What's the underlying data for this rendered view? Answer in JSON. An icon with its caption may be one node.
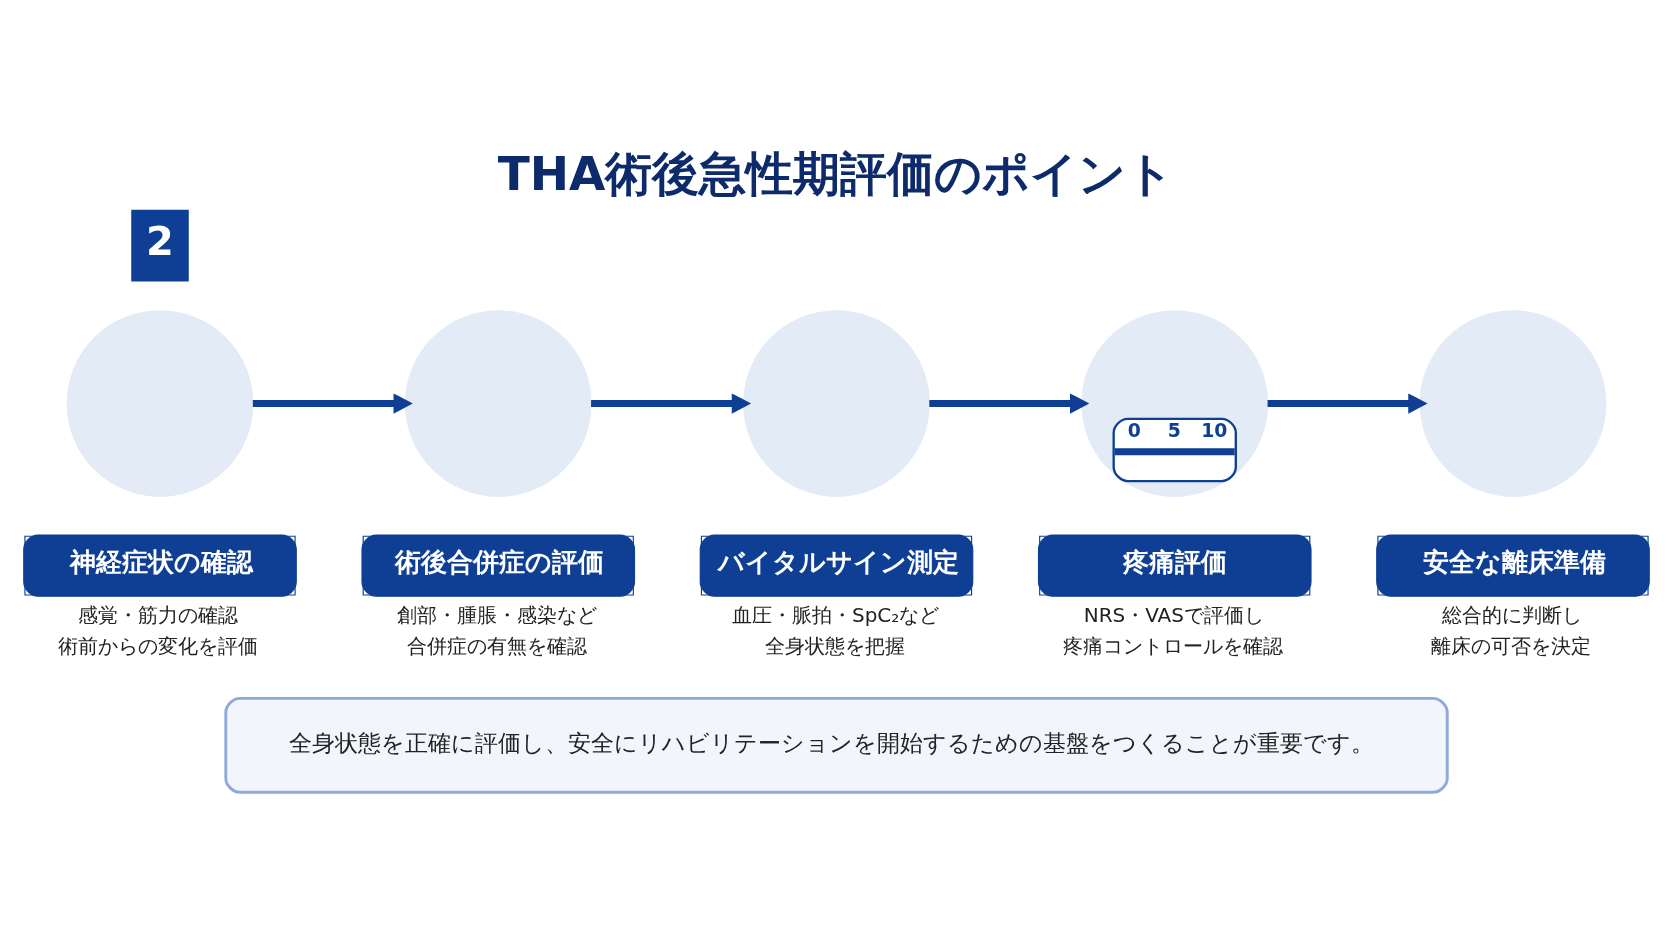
{
  "diagram": {
    "title": "THA術後急性期評価のポイント",
    "nodes": [
      {
        "text": [],
        "shape": "circle"
      },
      {
        "text": [],
        "shape": "circle"
      },
      {
        "text": [],
        "shape": "circle"
      },
      {
        "text": [
          "0",
          "5",
          "10"
        ]
      },
      {
        "text": [],
        "shape": "circle"
      },
      {
        "text": [
          "神経症状の確認"
        ],
        "beside": [
          "感覚・筋力の確認",
          "術前からの変化を評価"
        ]
      },
      {
        "text": [
          "術後合併症の評価"
        ],
        "beside": [
          "創部・腫脹・感染など",
          "合併症の有無を確認"
        ]
      },
      {
        "text": [
          "バイタルサイン測定"
        ],
        "beside": [
          "血圧・脈拍・SpC₂など",
          "全身状態を把握"
        ]
      },
      {
        "text": [
          "疼痛評価"
        ],
        "beside": [
          "NRS・VASで評価し",
          "疼痛コントロールを確認"
        ]
      },
      {
        "text": [
          "安全な離床準備"
        ],
        "beside": [
          "総合的に判断し",
          "離床の可否を決定"
        ]
      },
      {
        "text": [
          "全身状態を正確に評価し、安全にリハビリテーションを開始するための基盤をつくることが重要です。"
        ]
      }
    ],
    "edges": [
      {
        "from": 0,
        "to": 1,
        "arrow": "to"
      },
      {
        "from": 1,
        "to": 2,
        "arrow": "to"
      },
      {
        "from": 2,
        "to": 3,
        "arrow": "to"
      },
      {
        "from": 3,
        "to": 4,
        "arrow": "to"
      }
    ],
    "labels": [
      "2"
    ]
  }
}
